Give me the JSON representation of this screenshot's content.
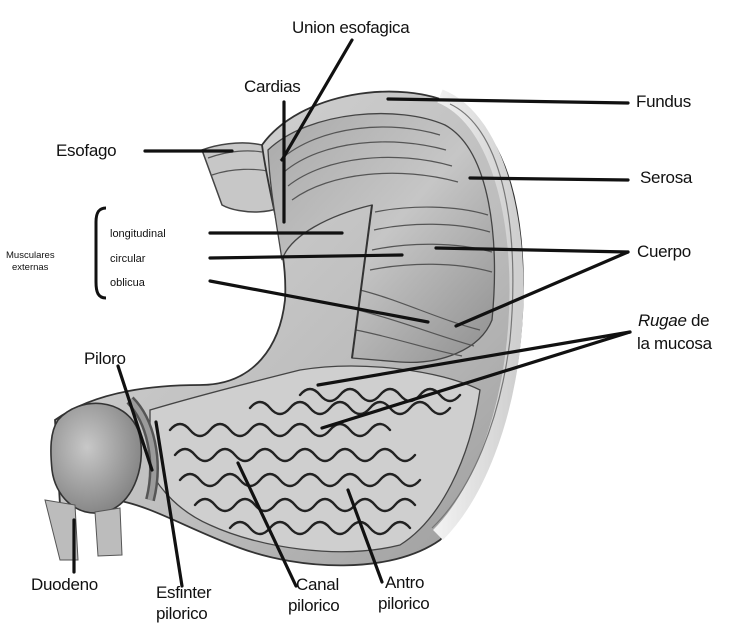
{
  "diagram": {
    "labels": {
      "union": "Union esofagica",
      "cardias": "Cardias",
      "fundus": "Fundus",
      "esofago": "Esofago",
      "serosa": "Serosa",
      "cuerpo": "Cuerpo",
      "rugae_italic": "Rugae",
      "rugae_rest": " de",
      "rugae_line2": "la mucosa",
      "piloro": "Piloro",
      "duodeno": "Duodeno",
      "esfinter_1": "Esfinter",
      "esfinter_2": "pilorico",
      "canal_1": "Canal",
      "canal_2": "pilorico",
      "antro_1": "Antro",
      "antro_2": "pilorico"
    },
    "muscular": {
      "group_1": "Musculares",
      "group_2": "externas",
      "longitudinal": "longitudinal",
      "circular": "circular",
      "oblicua": "oblicua"
    }
  }
}
